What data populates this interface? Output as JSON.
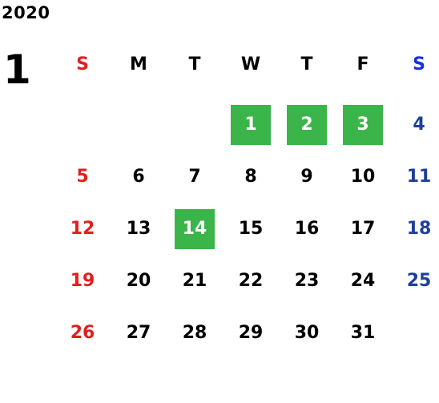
{
  "year": "2020",
  "month": "1",
  "weekdays": [
    "S",
    "M",
    "T",
    "W",
    "T",
    "F",
    "S"
  ],
  "weeks": [
    [
      "",
      "",
      "",
      "1",
      "2",
      "3",
      "4"
    ],
    [
      "5",
      "6",
      "7",
      "8",
      "9",
      "10",
      "11"
    ],
    [
      "12",
      "13",
      "14",
      "15",
      "16",
      "17",
      "18"
    ],
    [
      "19",
      "20",
      "21",
      "22",
      "23",
      "24",
      "25"
    ],
    [
      "26",
      "27",
      "28",
      "29",
      "30",
      "31",
      ""
    ]
  ],
  "highlighted": [
    "1",
    "2",
    "3",
    "14"
  ],
  "colors": {
    "sunday": "#e02020",
    "saturday": "#1f3f9a",
    "saturday_header": "#1a2ee0",
    "highlight": "#3bb54a"
  }
}
